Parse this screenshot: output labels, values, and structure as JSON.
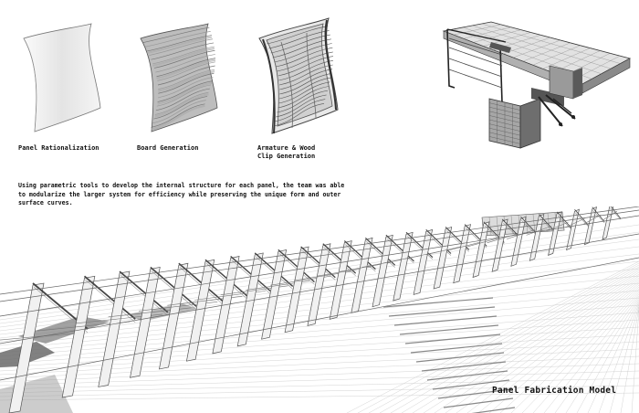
{
  "steps": [
    {
      "label": "Panel Rationalization"
    },
    {
      "label": "Board Generation"
    },
    {
      "label": "Armature & Wood\nClip Generation"
    }
  ],
  "description": "Using parametric tools to develop the internal structure for each panel, the team was able to modularize the larger system for efficiency while preserving the unique form and outer surface curves.",
  "model_title": "Panel Fabrication Model"
}
